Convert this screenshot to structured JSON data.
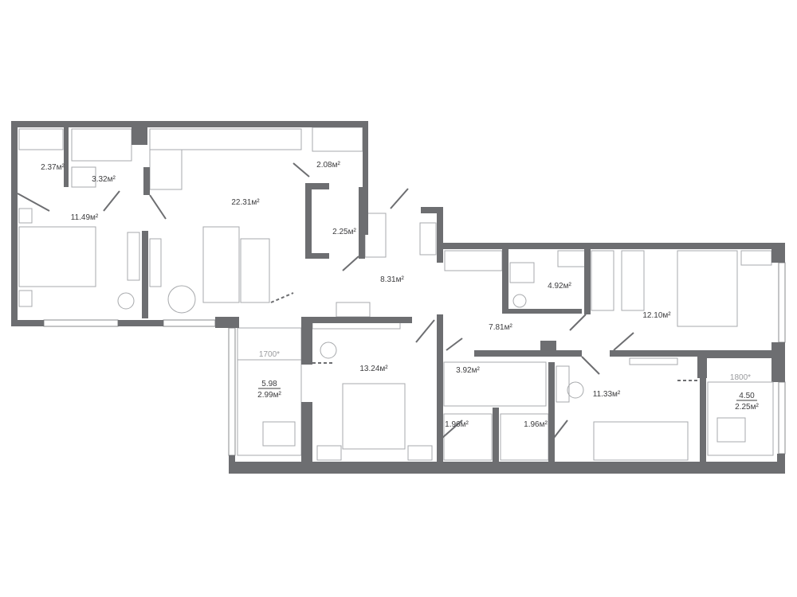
{
  "plan": {
    "colors": {
      "wall": "#6d6e71",
      "furniture": "#a7a9ac",
      "text": "#3c3c3e"
    },
    "rooms": [
      {
        "id": "wardrobe-1",
        "area": "2.37м²"
      },
      {
        "id": "bathroom-1",
        "area": "3.32м²"
      },
      {
        "id": "bedroom-1",
        "area": "11.49м²"
      },
      {
        "id": "kitchen-living",
        "area": "22.31м²"
      },
      {
        "id": "storage",
        "area": "2.08м²"
      },
      {
        "id": "wc",
        "area": "2.25м²"
      },
      {
        "id": "hall-1",
        "area": "8.31м²"
      },
      {
        "id": "bathroom-2",
        "area": "4.92м²"
      },
      {
        "id": "hall-2",
        "area": "7.81м²"
      },
      {
        "id": "bedroom-2",
        "area": "12.10м²"
      },
      {
        "id": "bedroom-3",
        "area": "13.24м²"
      },
      {
        "id": "wardrobe-2",
        "area": "3.92м²"
      },
      {
        "id": "wardrobe-3",
        "area": "1.96м²"
      },
      {
        "id": "wardrobe-4",
        "area": "1.96м²"
      },
      {
        "id": "bedroom-4",
        "area": "11.33м²"
      }
    ],
    "balconies": [
      {
        "width": "1700*",
        "total": "5.98",
        "area": "2.99м²"
      },
      {
        "width": "1800*",
        "total": "4.50",
        "area": "2.25м²"
      }
    ]
  }
}
